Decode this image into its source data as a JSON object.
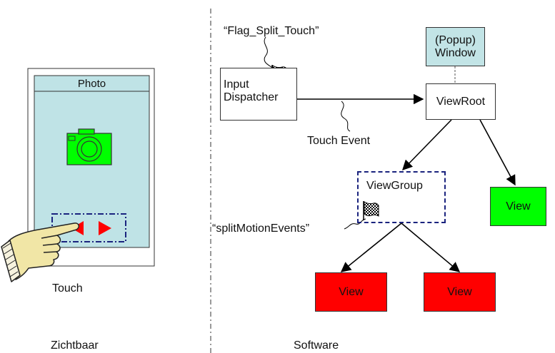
{
  "phone": {
    "title": "Photo",
    "icons": [
      "camera-icon",
      "arrow-left-icon",
      "arrow-right-icon",
      "pointing-hand-icon"
    ],
    "touch_label": "Touch"
  },
  "left_caption": "Zichtbaar",
  "right_caption": "Software",
  "flag_label": "“Flag_Split_Touch”",
  "input_dispatcher": {
    "line1": "Input",
    "line2": "Dispatcher"
  },
  "popup_window": {
    "line1": "(Popup)",
    "line2": "Window"
  },
  "viewroot": "ViewRoot",
  "touch_event": "Touch Event",
  "viewgroup": "ViewGroup",
  "split_label": "“splitMotionEvents”",
  "views": [
    "View",
    "View",
    "View"
  ],
  "colors": {
    "screen": "#bfe3e6",
    "camera": "#00ff00",
    "view_green": "#00ff00",
    "view_red": "#ff0000",
    "arrow_red": "#ff0000",
    "dashed_border": "#1a237e",
    "popup": "#c2e4e6"
  }
}
